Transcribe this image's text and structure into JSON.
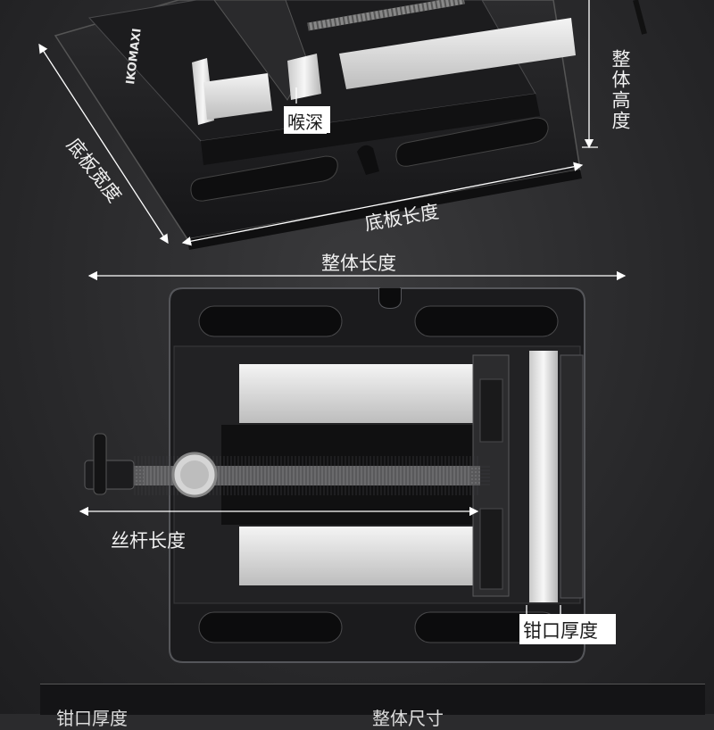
{
  "labels": {
    "throat_depth": "喉深",
    "overall_height": "整体高度",
    "base_width": "底板宽度",
    "base_length": "底板长度",
    "overall_length": "整体长度",
    "screw_length": "丝杆长度",
    "jaw_thickness": "钳口厚度"
  },
  "brand_text": "IKOMAXI",
  "footer": {
    "jaw_thickness_label": "钳口厚度",
    "overall_size_label": "整体尺寸"
  },
  "colors": {
    "background": "#2b2b2d",
    "body": "#1a1a1c",
    "steel": "#d8d8d8",
    "line": "#ffffff"
  }
}
